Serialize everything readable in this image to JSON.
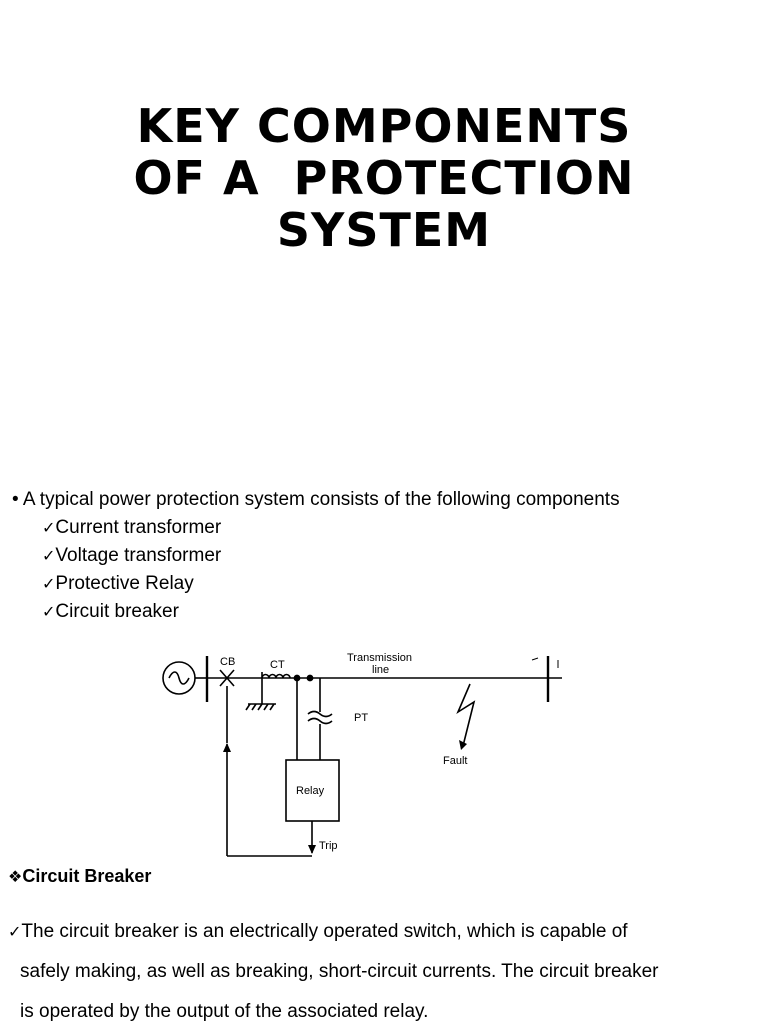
{
  "slide": {
    "title_lines": [
      "KEY COMPONENTS",
      "OF A  PROTECTION",
      "SYSTEM"
    ],
    "intro_bullet": "•",
    "intro_text": "A typical power protection system consists of the following components",
    "components": [
      "Current transformer",
      "Voltage transformer",
      "Protective Relay",
      "Circuit breaker"
    ],
    "check_glyph": "✓"
  },
  "diagram": {
    "labels": {
      "cb": "CB",
      "ct": "CT",
      "transmission_line": "Transmission",
      "line": "line",
      "pt": "PT",
      "fault": "Fault",
      "relay": "Relay",
      "trip": "Trip"
    }
  },
  "section": {
    "diamond_glyph": "❖",
    "heading": "Circuit Breaker",
    "lines": [
      "The circuit breaker is an electrically operated switch, which is capable of",
      "safely making, as well as breaking, short-circuit currents. The circuit breaker",
      "is operated by the output of the associated relay."
    ]
  }
}
